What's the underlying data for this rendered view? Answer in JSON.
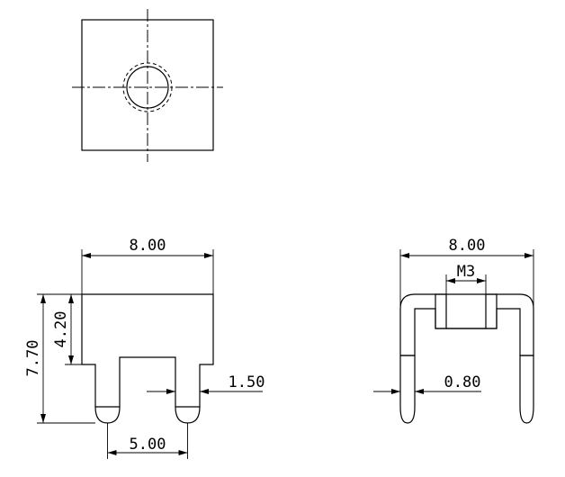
{
  "dimensions": {
    "front_width": "8.00",
    "front_height_total": "7.70",
    "front_height_body": "4.20",
    "pin_width": "1.50",
    "pin_spacing": "5.00",
    "section_width": "8.00",
    "thread": "M3",
    "wall_thickness": "0.80"
  }
}
